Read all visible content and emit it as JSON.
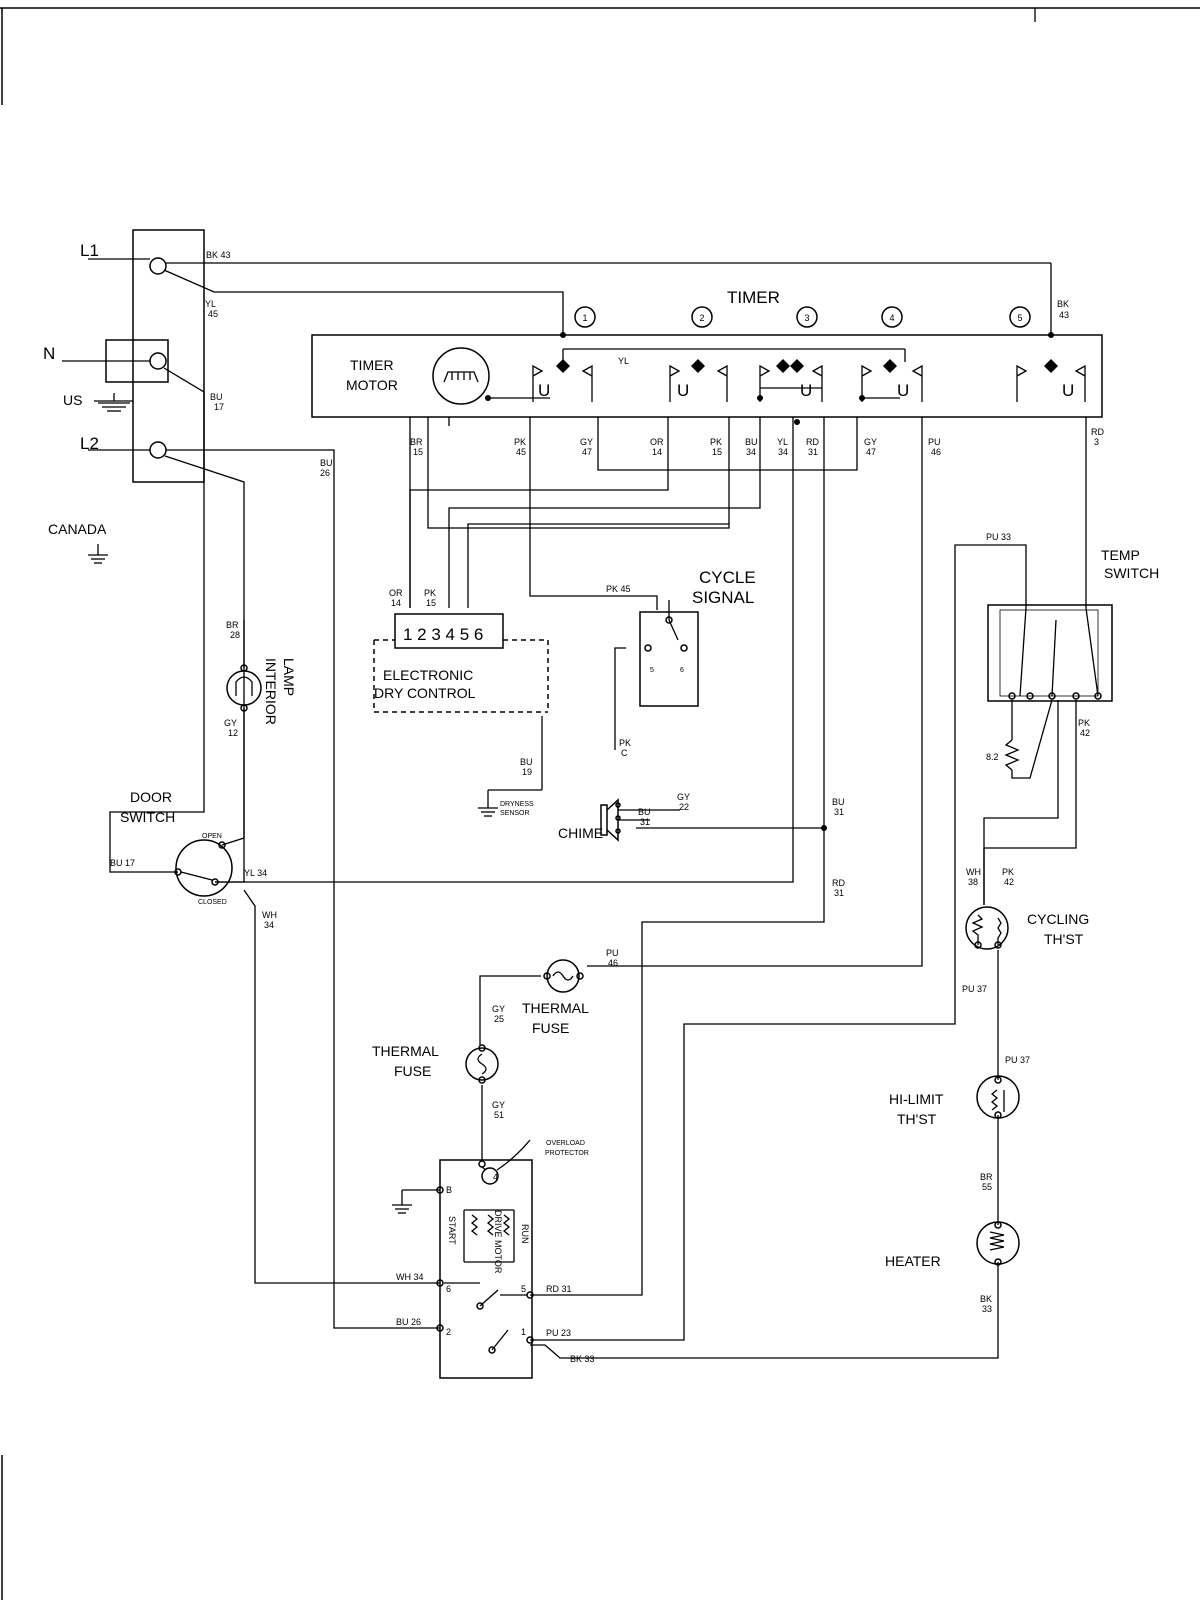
{
  "labels": {
    "l1": "L1",
    "n": "N",
    "l2": "L2",
    "us": "US",
    "canada": "CANADA",
    "timer": "TIMER",
    "timer_motor_1": "TIMER",
    "timer_motor_2": "MOTOR",
    "cycle_signal_1": "CYCLE",
    "cycle_signal_2": "SIGNAL",
    "electronic_1": "ELECTRONIC",
    "electronic_2": "DRY CONTROL",
    "edc_terminals": "1 2 3 4 5 6",
    "dryness_sensor_1": "DRYNESS",
    "dryness_sensor_2": "SENSOR",
    "chime": "CHIME",
    "temp_switch_1": "TEMP",
    "temp_switch_2": "SWITCH",
    "door_switch_1": "DOOR",
    "door_switch_2": "SWITCH",
    "open": "OPEN",
    "closed": "CLOSED",
    "interior_lamp_1": "INTERIOR",
    "interior_lamp_2": "LAMP",
    "thermal_fuse_a_1": "THERMAL",
    "thermal_fuse_a_2": "FUSE",
    "thermal_fuse_b_1": "THERMAL",
    "thermal_fuse_b_2": "FUSE",
    "cycling_thst_1": "CYCLING",
    "cycling_thst_2": "TH'ST",
    "hilimit_thst_1": "HI-LIMIT",
    "hilimit_thst_2": "TH'ST",
    "heater": "HEATER",
    "overload_1": "OVERLOAD",
    "overload_2": "PROTECTOR",
    "start": "START",
    "drive_motor": "DRIVE MOTOR",
    "run": "RUN",
    "sw_b": "B",
    "sw_4": "4",
    "sw_6": "6",
    "sw_5": "5",
    "sw_2": "2",
    "sw_1": "1",
    "cyc_5": "5",
    "cyc_6": "6"
  },
  "timer_positions": [
    "1",
    "2",
    "3",
    "4",
    "5"
  ],
  "wire_codes": {
    "bk43_top": "BK 43",
    "yl45_a": "YL",
    "yl45_b": "45",
    "bu17_a": "BU",
    "bu17_b": "17",
    "bu26_a": "BU",
    "bu26_b": "26",
    "bk43_a": "BK",
    "bk43_b": "43",
    "yl_bus": "YL",
    "br15_a": "BR",
    "br15_b": "15",
    "pk45_a": "PK",
    "pk45_b": "45",
    "gy47_a": "GY",
    "gy47_b": "47",
    "or14_a": "OR",
    "or14_b": "14",
    "pk15_a": "PK",
    "pk15_b": "15",
    "bu34_a": "BU",
    "bu34_b": "34",
    "yl34_a": "YL",
    "yl34_b": "34",
    "rd31_a": "RD",
    "rd31_b": "31",
    "gy47b_a": "GY",
    "gy47b_b": "47",
    "pu46_a": "PU",
    "pu46_b": "46",
    "rd3_a": "RD",
    "rd3_b": "3",
    "pu33": "PU 33",
    "or14_edc_a": "OR",
    "or14_edc_b": "14",
    "pk15_edc_a": "PK",
    "pk15_edc_b": "15",
    "pk45_cyc": "PK 45",
    "br28_a": "BR",
    "br28_b": "28",
    "gy12_a": "GY",
    "gy12_b": "12",
    "bu19_a": "BU",
    "bu19_b": "19",
    "pk_chime_a": "PK",
    "pk_chime_b": "C",
    "gy22_a": "GY",
    "gy22_b": "22",
    "bu31_chime_a": "BU",
    "bu31_chime_b": "31",
    "bu31_a": "BU",
    "bu31_b": "31",
    "bu17_door": "BU 17",
    "yl34_door": "YL 34",
    "wh34_a": "WH",
    "wh34_b": "34",
    "rd31b_a": "RD",
    "rd31b_b": "31",
    "pu46b_a": "PU",
    "pu46b_b": "46",
    "gy25_a": "GY",
    "gy25_b": "25",
    "gy51_a": "GY",
    "gy51_b": "51",
    "wh34_motor": "WH 34",
    "rd31_motor": "RD 31",
    "bu26_motor": "BU 26",
    "pu23_motor": "PU 23",
    "bk33_motor": "BK 33",
    "wh38_a": "WH",
    "wh38_b": "38",
    "pk42_a": "PK",
    "pk42_b": "42",
    "pk42b_a": "PK",
    "pk42b_b": "42",
    "pu37_a": "PU 37",
    "pu37_b": "PU 37",
    "br55_a": "BR",
    "br55_b": "55",
    "bk33_a": "BK",
    "bk33_b": "33",
    "res_8": "8.2"
  }
}
